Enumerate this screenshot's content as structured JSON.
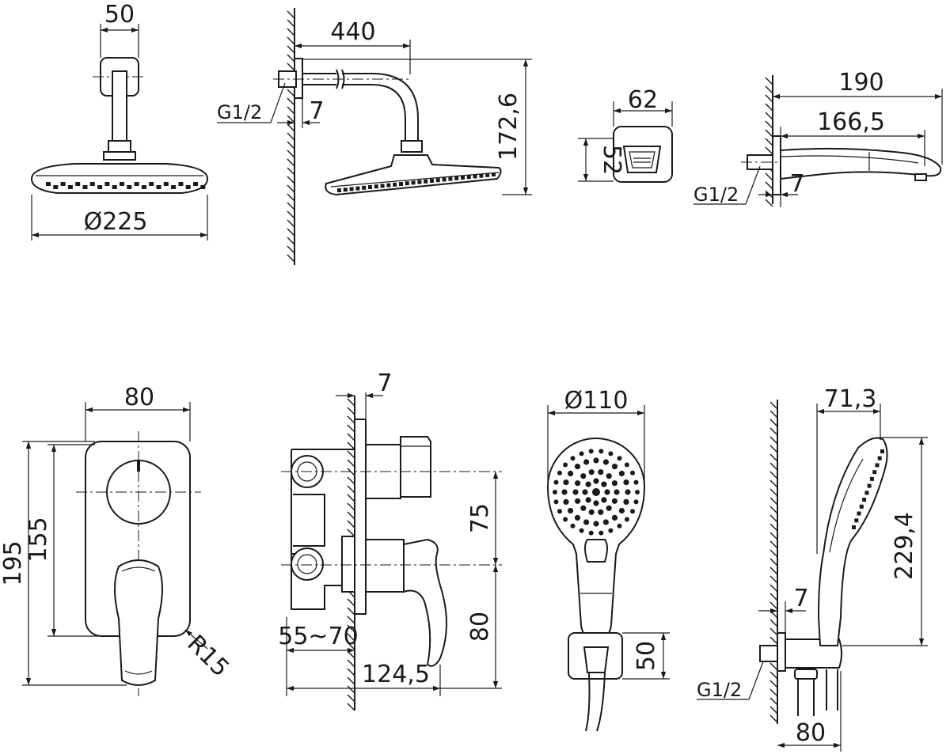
{
  "colors": {
    "ink": "#1a1a1a",
    "paper": "#ffffff"
  },
  "views": {
    "head_front": {
      "width_label": "50",
      "diameter_label": "Ø225"
    },
    "head_side": {
      "reach_label": "440",
      "height_label": "172,6",
      "thread_label": "G1/2",
      "wall_gap_label": "7"
    },
    "flange": {
      "width_label": "62",
      "height_label": "52"
    },
    "spout_side": {
      "reach_label": "190",
      "inner_reach_label": "166,5",
      "thread_label": "G1/2",
      "wall_gap_label": "7"
    },
    "mixer_front": {
      "width_label": "80",
      "height_label": "195",
      "inner_height_label": "155",
      "radius_label": "R15"
    },
    "mixer_side": {
      "plate_label": "7",
      "axis_gap_label": "75",
      "lower_label": "80",
      "depth_label": "55~70",
      "projection_label": "124,5"
    },
    "handshower": {
      "diameter_label": "Ø110",
      "holder_label": "50"
    },
    "handshower_side": {
      "reach_label": "71,3",
      "height_label": "229,4",
      "wall_gap_label": "7",
      "thread_label": "G1/2",
      "holder_width_label": "80"
    }
  }
}
